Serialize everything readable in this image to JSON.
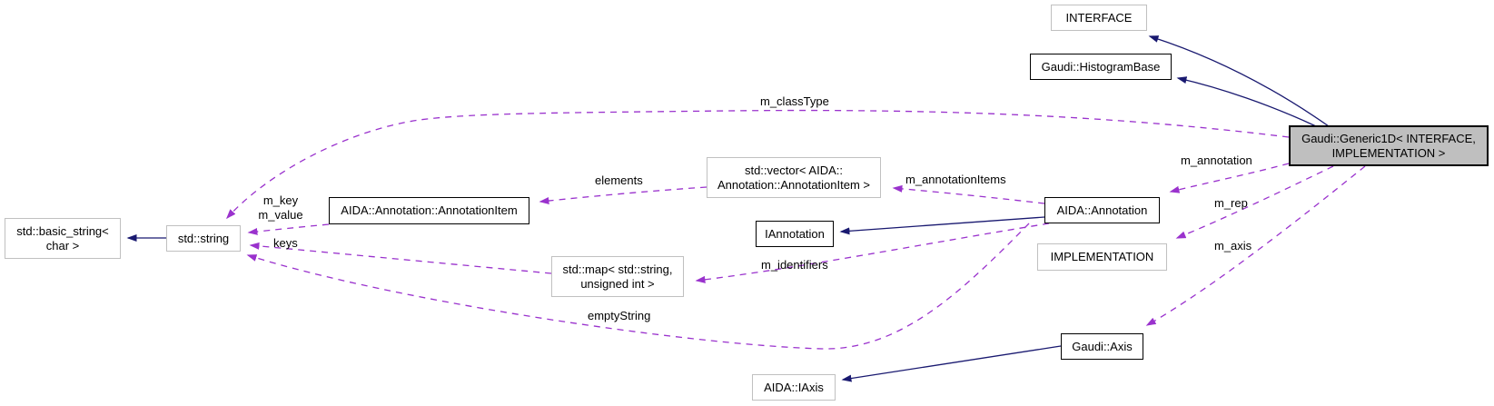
{
  "diagram": {
    "kind": "doxygen-collaboration-graph",
    "colors": {
      "inheritance_edge": "#191970",
      "usage_edge": "#9a32cd",
      "current_node_fill": "#bfbfbf",
      "documented_border": "#000000",
      "external_border": "#c0c0c0"
    },
    "nodes": {
      "interface": {
        "label": "INTERFACE"
      },
      "histogram_base": {
        "label": "Gaudi::HistogramBase"
      },
      "generic1d": {
        "label": "Gaudi::Generic1D< INTERFACE,\nIMPLEMENTATION >"
      },
      "vector": {
        "label": "std::vector< AIDA::\nAnnotation::AnnotationItem >"
      },
      "annotation_item": {
        "label": "AIDA::Annotation::AnnotationItem"
      },
      "std_string": {
        "label": "std::string"
      },
      "basic_string": {
        "label": "std::basic_string<\nchar >"
      },
      "iannotation": {
        "label": "IAnnotation"
      },
      "aida_annotation": {
        "label": "AIDA::Annotation"
      },
      "implementation": {
        "label": "IMPLEMENTATION"
      },
      "std_map": {
        "label": "std::map< std::string,\nunsigned int >"
      },
      "gaudi_axis": {
        "label": "Gaudi::Axis"
      },
      "aida_iaxis": {
        "label": "AIDA::IAxis"
      }
    },
    "edges": [
      {
        "from": "Gaudi::Generic1D< INTERFACE, IMPLEMENTATION >",
        "to": "INTERFACE",
        "type": "inheritance",
        "label": ""
      },
      {
        "from": "Gaudi::Generic1D< INTERFACE, IMPLEMENTATION >",
        "to": "Gaudi::HistogramBase",
        "type": "inheritance",
        "label": ""
      },
      {
        "from": "AIDA::Annotation",
        "to": "IAnnotation",
        "type": "inheritance",
        "label": ""
      },
      {
        "from": "Gaudi::Axis",
        "to": "AIDA::IAxis",
        "type": "inheritance",
        "label": ""
      },
      {
        "from": "std::string",
        "to": "std::basic_string< char >",
        "type": "inheritance",
        "label": ""
      },
      {
        "from": "Gaudi::Generic1D< INTERFACE, IMPLEMENTATION >",
        "to": "std::string",
        "type": "usage",
        "label": "m_classType"
      },
      {
        "from": "Gaudi::Generic1D< INTERFACE, IMPLEMENTATION >",
        "to": "AIDA::Annotation",
        "type": "usage",
        "label": "m_annotation"
      },
      {
        "from": "Gaudi::Generic1D< INTERFACE, IMPLEMENTATION >",
        "to": "IMPLEMENTATION",
        "type": "usage",
        "label": "m_rep"
      },
      {
        "from": "Gaudi::Generic1D< INTERFACE, IMPLEMENTATION >",
        "to": "Gaudi::Axis",
        "type": "usage",
        "label": "m_axis"
      },
      {
        "from": "AIDA::Annotation",
        "to": "std::vector< AIDA::Annotation::AnnotationItem >",
        "type": "usage",
        "label": "m_annotationItems"
      },
      {
        "from": "std::vector< AIDA::Annotation::AnnotationItem >",
        "to": "AIDA::Annotation::AnnotationItem",
        "type": "usage",
        "label": "elements"
      },
      {
        "from": "AIDA::Annotation::AnnotationItem",
        "to": "std::string",
        "type": "usage",
        "label": "m_key\nm_value"
      },
      {
        "from": "std::map< std::string, unsigned int >",
        "to": "std::string",
        "type": "usage",
        "label": "keys"
      },
      {
        "from": "AIDA::Annotation",
        "to": "std::map< std::string, unsigned int >",
        "type": "usage",
        "label": "m_identifiers"
      },
      {
        "from": "AIDA::Annotation",
        "to": "std::string",
        "type": "usage",
        "label": "emptyString"
      }
    ]
  }
}
